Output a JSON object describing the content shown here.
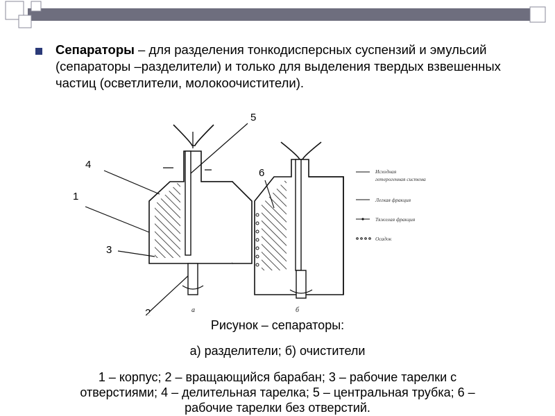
{
  "slide": {
    "term": "Сепараторы",
    "definition": " – для разделения тонкодисперсных суспензий и эмульсий (сепараторы –разделители) и только для выделения твердых взвешенных частиц (осветлители, молокоочистители)."
  },
  "figure": {
    "callouts": {
      "n1": "1",
      "n2": "2",
      "n3": "3",
      "n4": "4",
      "n5": "5",
      "n6": "6"
    },
    "subfig_a": "а",
    "subfig_b": "б",
    "legend": {
      "feed_line1": "Исходная",
      "feed_line2": "гетерогенная система",
      "light": "Легкая фракция",
      "heavy": "Тяжелая фракция",
      "sediment": "Осадок"
    }
  },
  "caption": {
    "title": "Рисунок – сепараторы:",
    "subtitle": "а) разделители; б) очистители",
    "legend_line1": "1 – корпус; 2 – вращающийся барабан; 3 – рабочие тарелки с",
    "legend_line2": "отверстиями; 4 – делительная тарелка; 5 – центральная трубка; 6 –",
    "legend_line3": "рабочие тарелки без отверстий."
  },
  "colors": {
    "accent": "#2b3a78",
    "bar": "#6e6e7e"
  }
}
